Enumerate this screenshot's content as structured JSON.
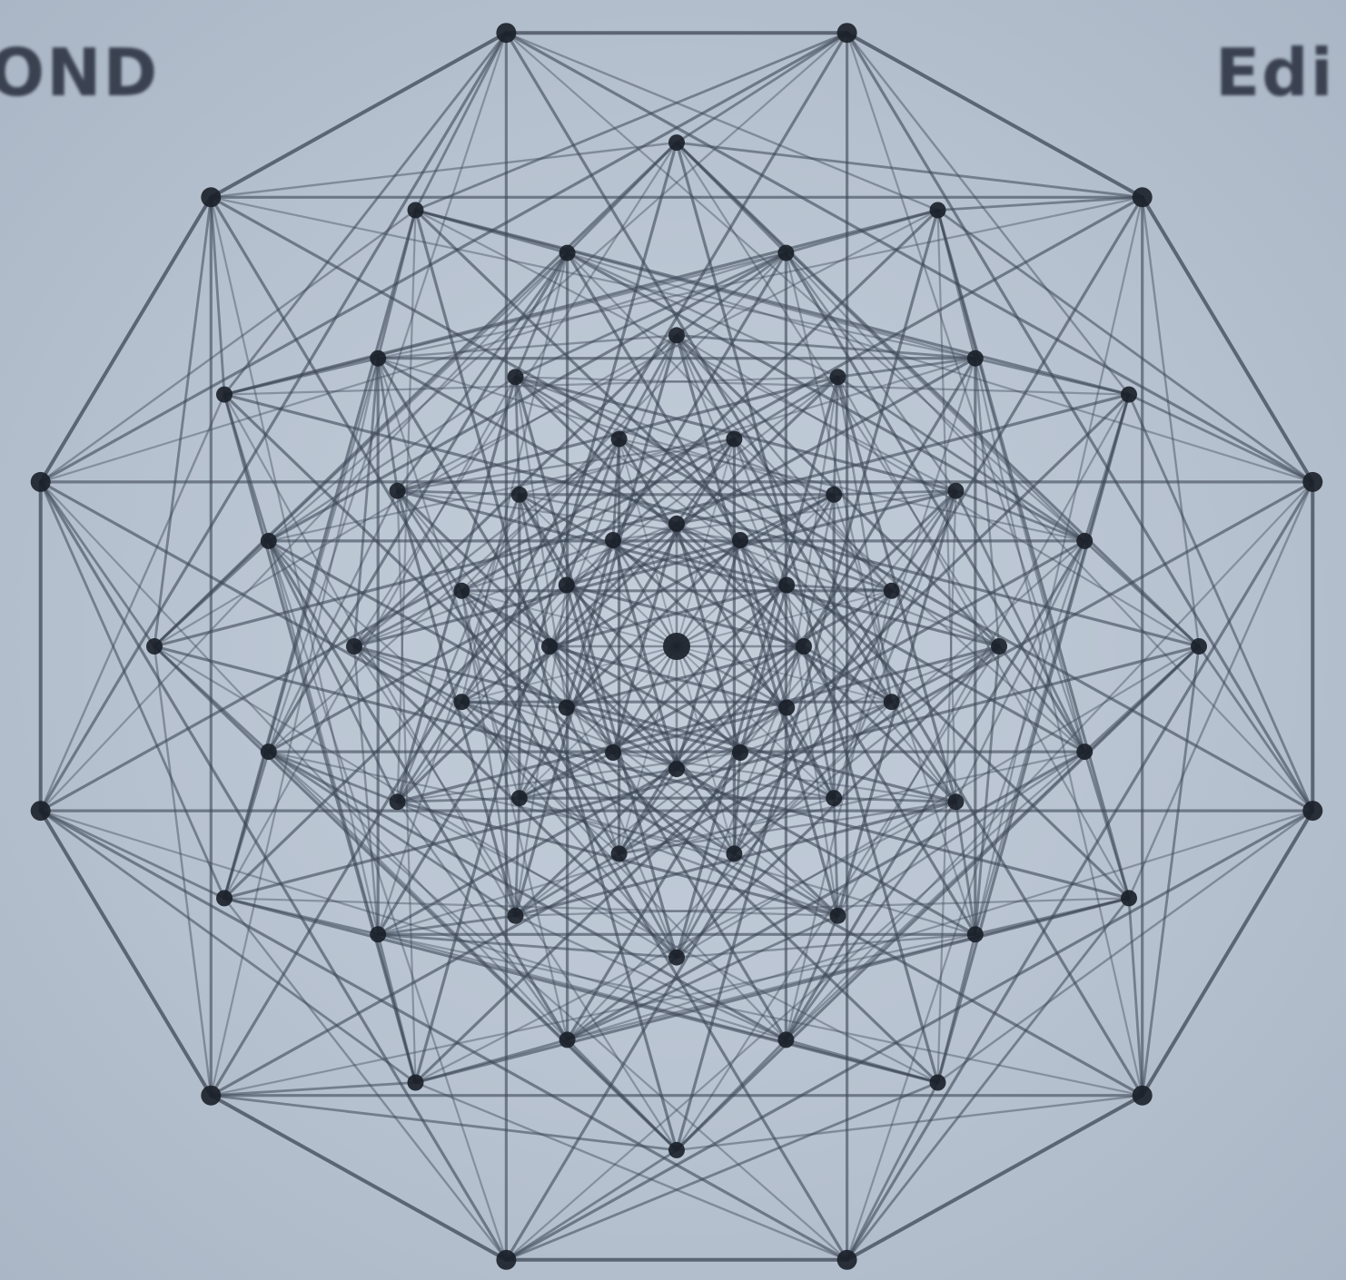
{
  "corner_labels": {
    "left": "OND",
    "right": "Edi"
  },
  "polytope": {
    "outer_vertex_count": 12,
    "vertex_rings": 6,
    "has_center_vertex": true
  },
  "colors": {
    "background": "#b9c4d2",
    "edge": "#3d4756",
    "vertex": "#1a1f28",
    "label": "#3a4150"
  }
}
